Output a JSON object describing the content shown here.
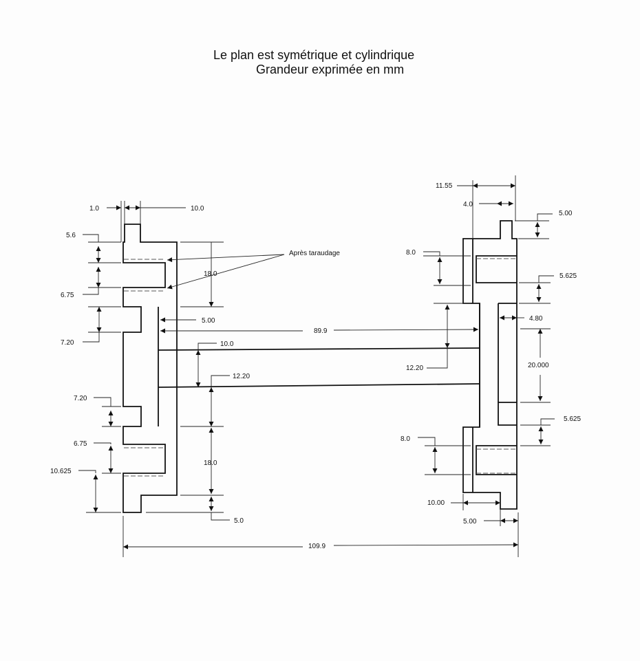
{
  "notes": {
    "line1": "Le plan est symétrique et cylindrique",
    "line2": "Grandeur exprimée en mm"
  },
  "left_part": {
    "dim_1_0": "1.0",
    "dim_10_0": "10.0",
    "dim_5_6": "5.6",
    "dim_6_75_top": "6.75",
    "dim_7_20_top": "7.20",
    "dim_7_20_bottom": "7.20",
    "dim_6_75_bottom": "6.75",
    "dim_10_625": "10.625",
    "dim_18_0_top": "18.0",
    "dim_18_0_bottom": "18.0",
    "dim_5_00": "5.00",
    "dim_10_0_mid": "10.0",
    "dim_12_20_mid": "12.20",
    "dim_5_0": "5.0",
    "note_tapping": "Après taraudage"
  },
  "right_part": {
    "dim_11_55": "11.55",
    "dim_4_0": "4.0",
    "dim_5_00_top": "5.00",
    "dim_8_0_top": "8.0",
    "dim_5_625_top": "5.625",
    "dim_4_80": "4.80",
    "dim_20_000": "20.000",
    "dim_12_20": "12.20",
    "dim_5_625_bottom": "5.625",
    "dim_8_0_bottom": "8.0",
    "dim_10_00": "10.00",
    "dim_5_00_bottom": "5.00"
  },
  "overall": {
    "dim_89_9": "89.9",
    "dim_109_9": "109.9"
  }
}
